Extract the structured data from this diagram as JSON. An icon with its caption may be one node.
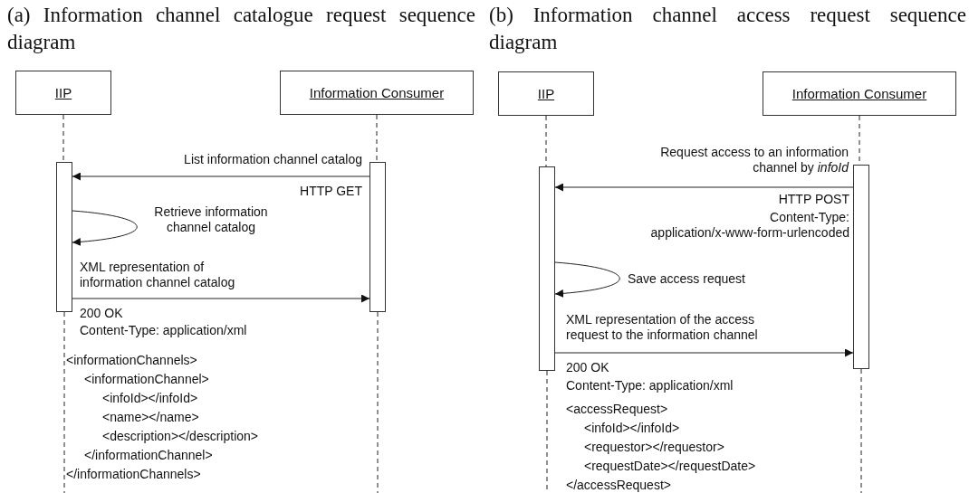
{
  "diagram": {
    "nodes": [
      {
        "text": [
          "IIP"
        ]
      },
      {
        "text": [
          "Information Consumer"
        ]
      },
      {
        "text": [],
        "shape": "bar"
      },
      {
        "text": [],
        "shape": "bar"
      },
      {
        "text": [
          "IIP"
        ]
      },
      {
        "text": [
          "Information Consumer"
        ]
      },
      {
        "text": [],
        "shape": "bar"
      },
      {
        "text": [],
        "shape": "bar"
      }
    ],
    "edges": [
      {
        "from": 0,
        "to": 2,
        "arrow": "none",
        "style": "dashed"
      },
      {
        "from": 1,
        "to": 3,
        "arrow": "none",
        "style": "dashed"
      },
      {
        "from": 3,
        "to": 2,
        "arrow": "to",
        "label": "List information channel catalog"
      },
      {
        "from": 2,
        "to": 2,
        "arrow": "to",
        "label": "Retrieve information channel catalog"
      },
      {
        "from": 2,
        "to": 3,
        "arrow": "to",
        "label": "XML representation of information channel catalog"
      },
      {
        "from": 2,
        "to": null,
        "arrow": "none",
        "style": "dashed"
      },
      {
        "from": 3,
        "to": null,
        "arrow": "none",
        "style": "dashed"
      },
      {
        "from": 4,
        "to": 6,
        "arrow": "none",
        "style": "dashed"
      },
      {
        "from": 5,
        "to": 7,
        "arrow": "none",
        "style": "dashed"
      },
      {
        "from": 7,
        "to": 6,
        "arrow": "to",
        "label": "Request access to an information channel by *infoId*"
      },
      {
        "from": 6,
        "to": 6,
        "arrow": "to",
        "label": "Save access request"
      },
      {
        "from": 6,
        "to": 7,
        "arrow": "to",
        "label": "XML representation of the access request to the information channel"
      },
      {
        "from": 6,
        "to": null,
        "arrow": "none",
        "style": "dashed"
      },
      {
        "from": 7,
        "to": null,
        "arrow": "none",
        "style": "dashed"
      }
    ],
    "labels": [
      "(a) Information channel catalogue request sequence diagram",
      "(b) Information channel access request sequence diagram",
      "HTTP GET",
      "200 OK",
      "Content-Type: application/xml",
      "<informationChannels>",
      "<informationChannel>",
      "<infoId></infoId>",
      "<name></name>",
      "<description></description>",
      "</informationChannel>",
      "</informationChannels>",
      "HTTP POST",
      "Content-Type: application/x-www-form-urlencoded",
      "200 OK",
      "Content-Type: application/xml",
      "<accessRequest>",
      "<infoId></infoId>",
      "<requestor></requestor>",
      "<requestDate></requestDate>",
      "</accessRequest>"
    ]
  }
}
